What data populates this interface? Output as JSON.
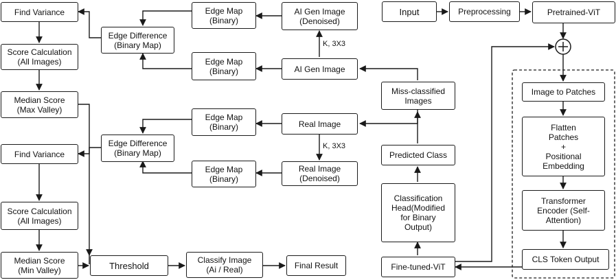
{
  "nodes": {
    "find_variance_top": "Find Variance",
    "score_calc_top": "Score Calculation\n(All Images)",
    "median_score_top": "Median Score\n(Max Valley)",
    "find_variance_bottom": "Find Variance",
    "score_calc_bottom": "Score Calculation\n(All Images)",
    "median_score_bottom": "Median Score\n(Min Valley)",
    "edge_diff_top": "Edge Difference\n(Binary Map)",
    "edge_map_ai_denoised": "Edge Map\n(Binary)",
    "edge_map_ai": "Edge Map\n(Binary)",
    "ai_gen_denoised": "AI Gen Image\n(Denoised)",
    "ai_gen_image": "AI Gen Image",
    "edge_diff_bottom": "Edge Difference\n(Binary Map)",
    "edge_map_real": "Edge Map\n(Binary)",
    "edge_map_real_denoised": "Edge Map\n(Binary)",
    "real_image": "Real Image",
    "real_denoised": "Real Image\n(Denoised)",
    "threshold": "Threshold",
    "classify_image": "Classify Image\n(Ai / Real)",
    "final_result": "Final Result",
    "input": "Input",
    "preprocessing": "Preprocessing",
    "pretrained_vit": "Pretrained-ViT",
    "image_to_patches": "Image to Patches",
    "flatten_patches": "Flatten\nPatches\n+\nPositional\nEmbedding",
    "transformer_encoder": "Transformer\nEncoder (Self-\nAttention)",
    "cls_token": "CLS Token Output",
    "fine_tuned_vit": "Fine-tuned-ViT",
    "classification_head": "Classification\nHead(Modified\nfor Binary\nOutput)",
    "predicted_class": "Predicted Class",
    "miss_classified": "Miss-classified\nImages"
  },
  "labels": {
    "kernel_top": "K, 3X3",
    "kernel_bottom": "K, 3X3"
  },
  "colors": {
    "stroke": "#1a1a1a",
    "background": "#ffffff",
    "dashed_group": "#1a1a1a"
  }
}
